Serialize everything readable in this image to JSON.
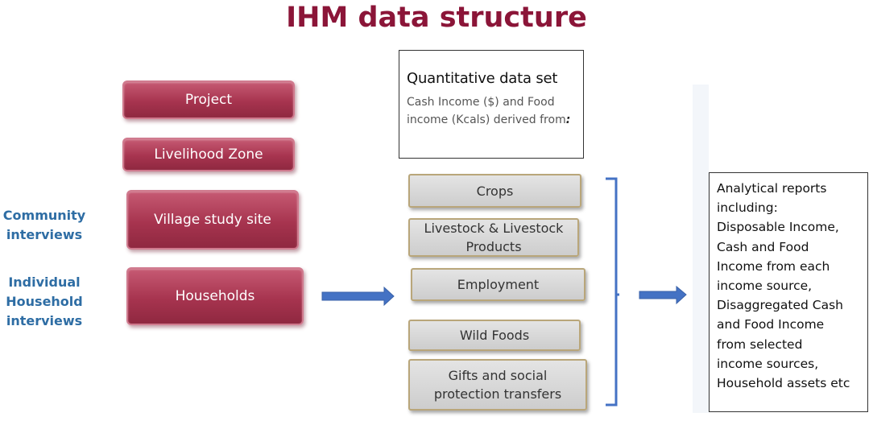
{
  "title": "IHM data structure",
  "levels": {
    "project": "Project",
    "livelihood_zone": "Livelihood Zone",
    "village": "Village study site",
    "households": "Households"
  },
  "side_labels": {
    "community": [
      "Community",
      "interviews"
    ],
    "individual": [
      "Individual",
      "Household",
      "interviews"
    ]
  },
  "quant_box": {
    "title": "Quantitative data set",
    "subtitle_line1": "Cash Income ($) and Food",
    "subtitle_line2": "income (Kcals) derived from",
    "colon": ":"
  },
  "sources": {
    "crops": [
      "Crops"
    ],
    "livestock": [
      "Livestock & Livestock",
      "Products"
    ],
    "employment": [
      "Employment"
    ],
    "wild_foods": [
      "Wild Foods"
    ],
    "gifts": [
      "Gifts and social",
      "protection transfers"
    ]
  },
  "report_lines": [
    "Analytical reports",
    "including:",
    "Disposable Income,",
    "Cash and Food",
    "Income from each",
    "income source,",
    "Disaggregated Cash",
    "and Food Income",
    "from selected",
    "income sources,",
    "Household assets etc"
  ],
  "colors": {
    "title": "#8b1538",
    "level_box": "#a7344f",
    "side_label": "#2e6da4",
    "arrow": "#4472c4",
    "bracket": "#4472c4"
  }
}
